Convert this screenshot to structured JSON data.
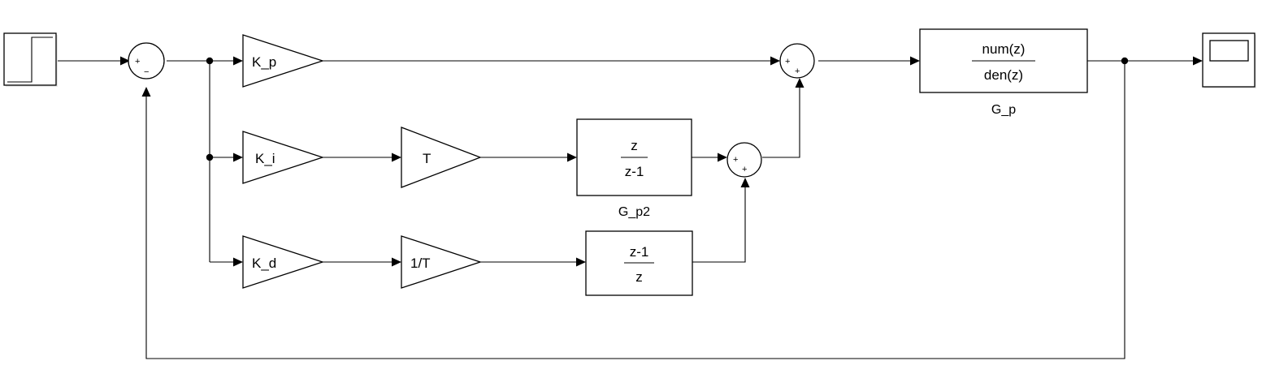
{
  "diagram": {
    "step": {
      "name": "Step"
    },
    "sum1": {
      "signs": [
        "+",
        "−"
      ]
    },
    "sum2": {
      "signs": [
        "+",
        "+"
      ]
    },
    "sum3": {
      "signs": [
        "+",
        "+"
      ]
    },
    "gain_kp": {
      "label": "K_p"
    },
    "gain_ki": {
      "label": "K_i"
    },
    "gain_t": {
      "label": "T"
    },
    "gain_kd": {
      "label": "K_d"
    },
    "gain_inv_t": {
      "label": "1/T"
    },
    "integrator": {
      "num": "z",
      "den": "z-1",
      "caption": "G_p2"
    },
    "differentiator": {
      "num": "z-1",
      "den": "z"
    },
    "plant": {
      "num": "num(z)",
      "den": "den(z)",
      "caption": "G_p"
    },
    "scope": {
      "name": "Scope"
    }
  }
}
